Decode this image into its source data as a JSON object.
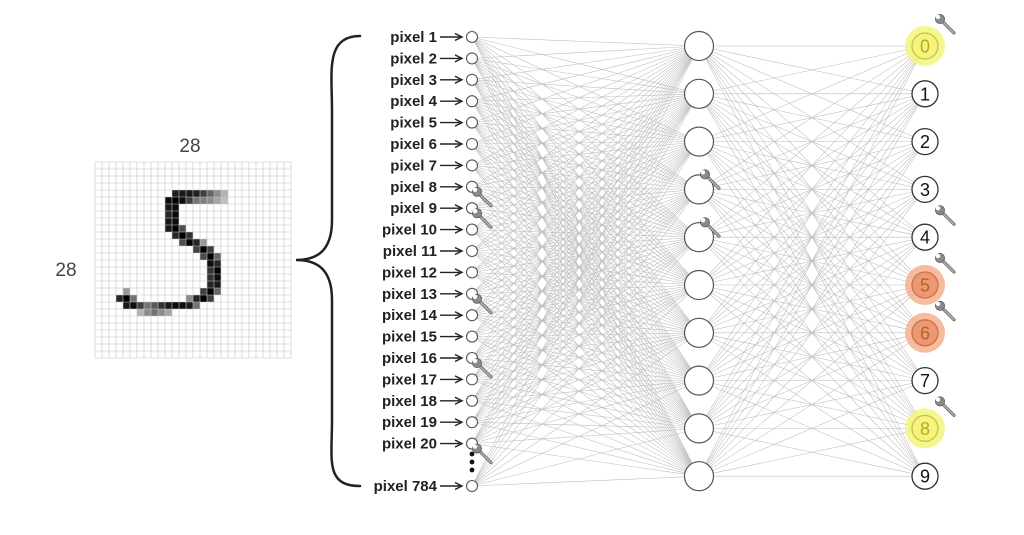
{
  "digit_image": {
    "width_label": "28",
    "height_label": "28",
    "grid_size": 28,
    "pixels": [
      [
        11,
        4,
        0.88
      ],
      [
        12,
        4,
        0.9
      ],
      [
        13,
        4,
        0.9
      ],
      [
        14,
        4,
        0.88
      ],
      [
        15,
        4,
        0.75
      ],
      [
        16,
        4,
        0.6
      ],
      [
        17,
        4,
        0.45
      ],
      [
        18,
        4,
        0.3
      ],
      [
        10,
        5,
        0.95
      ],
      [
        11,
        5,
        1
      ],
      [
        12,
        5,
        0.95
      ],
      [
        13,
        5,
        0.75
      ],
      [
        14,
        5,
        0.55
      ],
      [
        15,
        5,
        0.5
      ],
      [
        16,
        5,
        0.45
      ],
      [
        17,
        5,
        0.35
      ],
      [
        18,
        5,
        0.25
      ],
      [
        10,
        6,
        0.9
      ],
      [
        11,
        6,
        0.95
      ],
      [
        10,
        7,
        0.85
      ],
      [
        11,
        7,
        0.95
      ],
      [
        10,
        8,
        0.9
      ],
      [
        11,
        8,
        0.95
      ],
      [
        10,
        9,
        0.9
      ],
      [
        11,
        9,
        1
      ],
      [
        12,
        9,
        0.7
      ],
      [
        11,
        10,
        0.85
      ],
      [
        12,
        10,
        1
      ],
      [
        13,
        10,
        0.8
      ],
      [
        12,
        11,
        0.7
      ],
      [
        13,
        11,
        1
      ],
      [
        14,
        11,
        0.85
      ],
      [
        15,
        11,
        0.4
      ],
      [
        14,
        12,
        0.75
      ],
      [
        15,
        12,
        1
      ],
      [
        16,
        12,
        0.75
      ],
      [
        15,
        13,
        0.7
      ],
      [
        16,
        13,
        1
      ],
      [
        17,
        13,
        0.6
      ],
      [
        16,
        14,
        0.95
      ],
      [
        17,
        14,
        0.85
      ],
      [
        16,
        15,
        0.8
      ],
      [
        17,
        15,
        1
      ],
      [
        16,
        16,
        0.8
      ],
      [
        17,
        16,
        0.95
      ],
      [
        16,
        17,
        0.85
      ],
      [
        17,
        17,
        0.9
      ],
      [
        4,
        18,
        0.4
      ],
      [
        15,
        18,
        0.75
      ],
      [
        16,
        18,
        1
      ],
      [
        17,
        18,
        0.6
      ],
      [
        3,
        19,
        0.85
      ],
      [
        4,
        19,
        1
      ],
      [
        5,
        19,
        0.55
      ],
      [
        13,
        19,
        0.45
      ],
      [
        14,
        19,
        0.85
      ],
      [
        15,
        19,
        1
      ],
      [
        16,
        19,
        0.75
      ],
      [
        4,
        20,
        0.9
      ],
      [
        5,
        20,
        0.95
      ],
      [
        6,
        20,
        0.75
      ],
      [
        7,
        20,
        0.55
      ],
      [
        8,
        20,
        0.65
      ],
      [
        9,
        20,
        0.8
      ],
      [
        10,
        20,
        0.9
      ],
      [
        11,
        20,
        0.95
      ],
      [
        12,
        20,
        0.95
      ],
      [
        13,
        20,
        0.9
      ],
      [
        14,
        20,
        0.55
      ],
      [
        6,
        21,
        0.3
      ],
      [
        7,
        21,
        0.45
      ],
      [
        8,
        21,
        0.55
      ],
      [
        9,
        21,
        0.45
      ],
      [
        10,
        21,
        0.35
      ]
    ]
  },
  "input_layer": {
    "labels": [
      "pixel 1",
      "pixel 2",
      "pixel 3",
      "pixel 4",
      "pixel 5",
      "pixel 6",
      "pixel 7",
      "pixel 8",
      "pixel 9",
      "pixel 10",
      "pixel 11",
      "pixel 12",
      "pixel 13",
      "pixel 14",
      "pixel 15",
      "pixel 16",
      "pixel 17",
      "pixel 18",
      "pixel 19",
      "pixel 20"
    ],
    "last_label": "pixel 784",
    "wrench_nodes": [
      7,
      8,
      12,
      15,
      19
    ]
  },
  "hidden_layer": {
    "count": 10,
    "wrench_nodes": [
      3,
      4
    ]
  },
  "output_layer": {
    "labels": [
      "0",
      "1",
      "2",
      "3",
      "4",
      "5",
      "6",
      "7",
      "8",
      "9"
    ],
    "states": [
      "yellow",
      "none",
      "none",
      "none",
      "none",
      "orange",
      "orange",
      "none",
      "yellow",
      "none"
    ],
    "wrench_nodes": [
      0,
      4,
      5,
      6,
      8
    ]
  },
  "colors": {
    "yellow_glow": "#f4f47a",
    "yellow_label": "#b8a830",
    "orange_glow": "#f4b08c",
    "orange_node": "#ec9870",
    "orange_label": "#b8602e",
    "edge": "#bdbdbd",
    "node_stroke": "#555555"
  }
}
